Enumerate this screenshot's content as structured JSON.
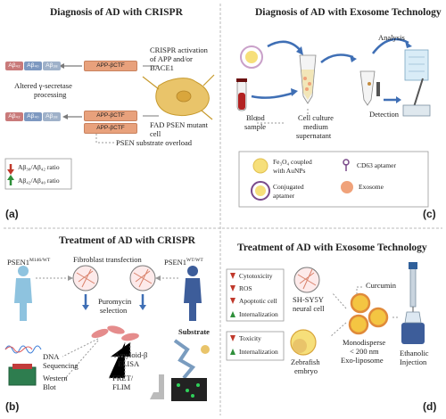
{
  "colors": {
    "divider": "#b8b8b8",
    "abeta_dark": "#c97a7a",
    "abeta_light": "#9fb1c9",
    "app_ctf": "#e8a17c",
    "red_arrow": "#c0392b",
    "green_arrow": "#2f8f3a",
    "cell_yellow": "#e9c46a",
    "exosome_orange": "#f0a27a",
    "liposome": "#f4c542"
  },
  "panels": {
    "a": {
      "title": "Diagnosis of AD with CRISPR",
      "letter": "(a)",
      "abeta_top": [
        "Aβ₄₂",
        "Aβ₄₀",
        "Aβ₃₈"
      ],
      "abeta_bottom": [
        "Aβ₄₂",
        "Aβ₄₀",
        "Aβ₃₈"
      ],
      "app_label_top": "APP-βCTF",
      "app_label_mid": "APP-βCTF",
      "app_label_bottom": "APP-βCTF",
      "crispr_text": [
        "CRISPR activation",
        "of APP and/or",
        "BACE1"
      ],
      "processing_text": [
        "Altered γ-secretase",
        "processing"
      ],
      "mutant_text": [
        "FAD PSEN mutant",
        "cell"
      ],
      "overload_text": "PSEN substrate overload",
      "ratio1": "Aβ₃₈/Aβ₄₂ ratio",
      "ratio2": "Aβ₄₂/Aβ₄₀ ratio"
    },
    "b": {
      "title": "Treatment of AD with CRISPR",
      "letter": "(b)",
      "psen_left": "PSEN1",
      "psen_left_sup": "M146/WT",
      "psen_right": "PSEN1",
      "psen_right_sup": "WT/WT",
      "transfection": "Fibroblast transfection",
      "puromycin": [
        "Puromycin",
        "selection"
      ],
      "substrate": "Substrate",
      "dna": [
        "DNA",
        "Sequencing"
      ],
      "western": [
        "Western",
        "Blot"
      ],
      "amyloid": [
        "Amyloid-β",
        "ELISA"
      ],
      "fret": [
        "FRET/",
        "FLIM"
      ]
    },
    "c": {
      "title": "Diagnosis of AD with Exosome Technology",
      "letter": "(c)",
      "analysis": "Analysis",
      "detection": "Detection",
      "blood": [
        "Blood",
        "sample"
      ],
      "culture": [
        "Cell culture",
        "medium",
        "supernatant"
      ],
      "legend": {
        "fe": [
          "Fe₃O₄ coupled",
          "with AuNPs"
        ],
        "conj": [
          "Conjugated",
          "aptamer"
        ],
        "cd63": "CD63 aptamer",
        "exosome": "Exosome"
      }
    },
    "d": {
      "title": "Treatment of AD with Exosome Technology",
      "letter": "(d)",
      "effects_top": [
        "Cytotoxicity",
        "ROS",
        "Apoptotic cell",
        "Internalization"
      ],
      "effects_bottom": [
        "Toxicity",
        "Internalization"
      ],
      "neural": [
        "SH-SY5Y",
        "neural cell"
      ],
      "curcumin": "Curcumin",
      "zebrafish": [
        "Zebrafish",
        "embryo"
      ],
      "liposome": [
        "Monodisperse",
        "< 200 nm",
        "Exo-liposome"
      ],
      "injection": [
        "Ethanolic",
        "Injection"
      ]
    }
  }
}
